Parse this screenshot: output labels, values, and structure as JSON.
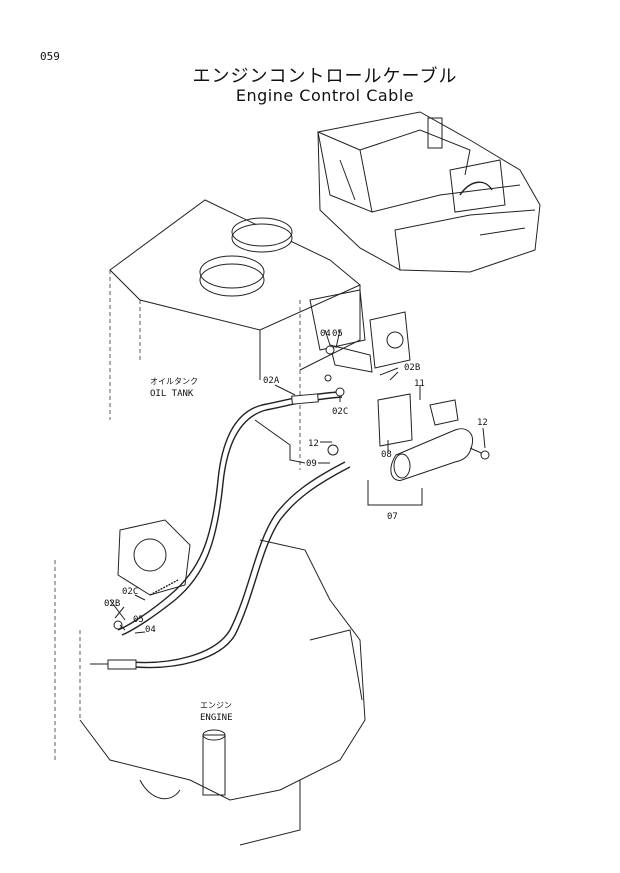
{
  "page": {
    "number": "059"
  },
  "title": {
    "japanese": "エンジンコントロールケーブル",
    "english": "Engine Control Cable"
  },
  "labels": {
    "oil_tank_jp": "オイルタンク",
    "oil_tank_en": "OIL TANK",
    "engine_jp": "エンジン",
    "engine_en": "ENGINE"
  },
  "parts": {
    "p02a": "02A",
    "p02b_top": "02B",
    "p02b_bottom": "02B",
    "p02c_top": "02C",
    "p02c_bottom": "02C",
    "p04_top": "04",
    "p04_bottom": "04",
    "p05_top": "05",
    "p05_bottom": "05",
    "p07": "07",
    "p08": "08",
    "p09": "09",
    "p11": "11",
    "p12_left": "12",
    "p12_right": "12"
  }
}
